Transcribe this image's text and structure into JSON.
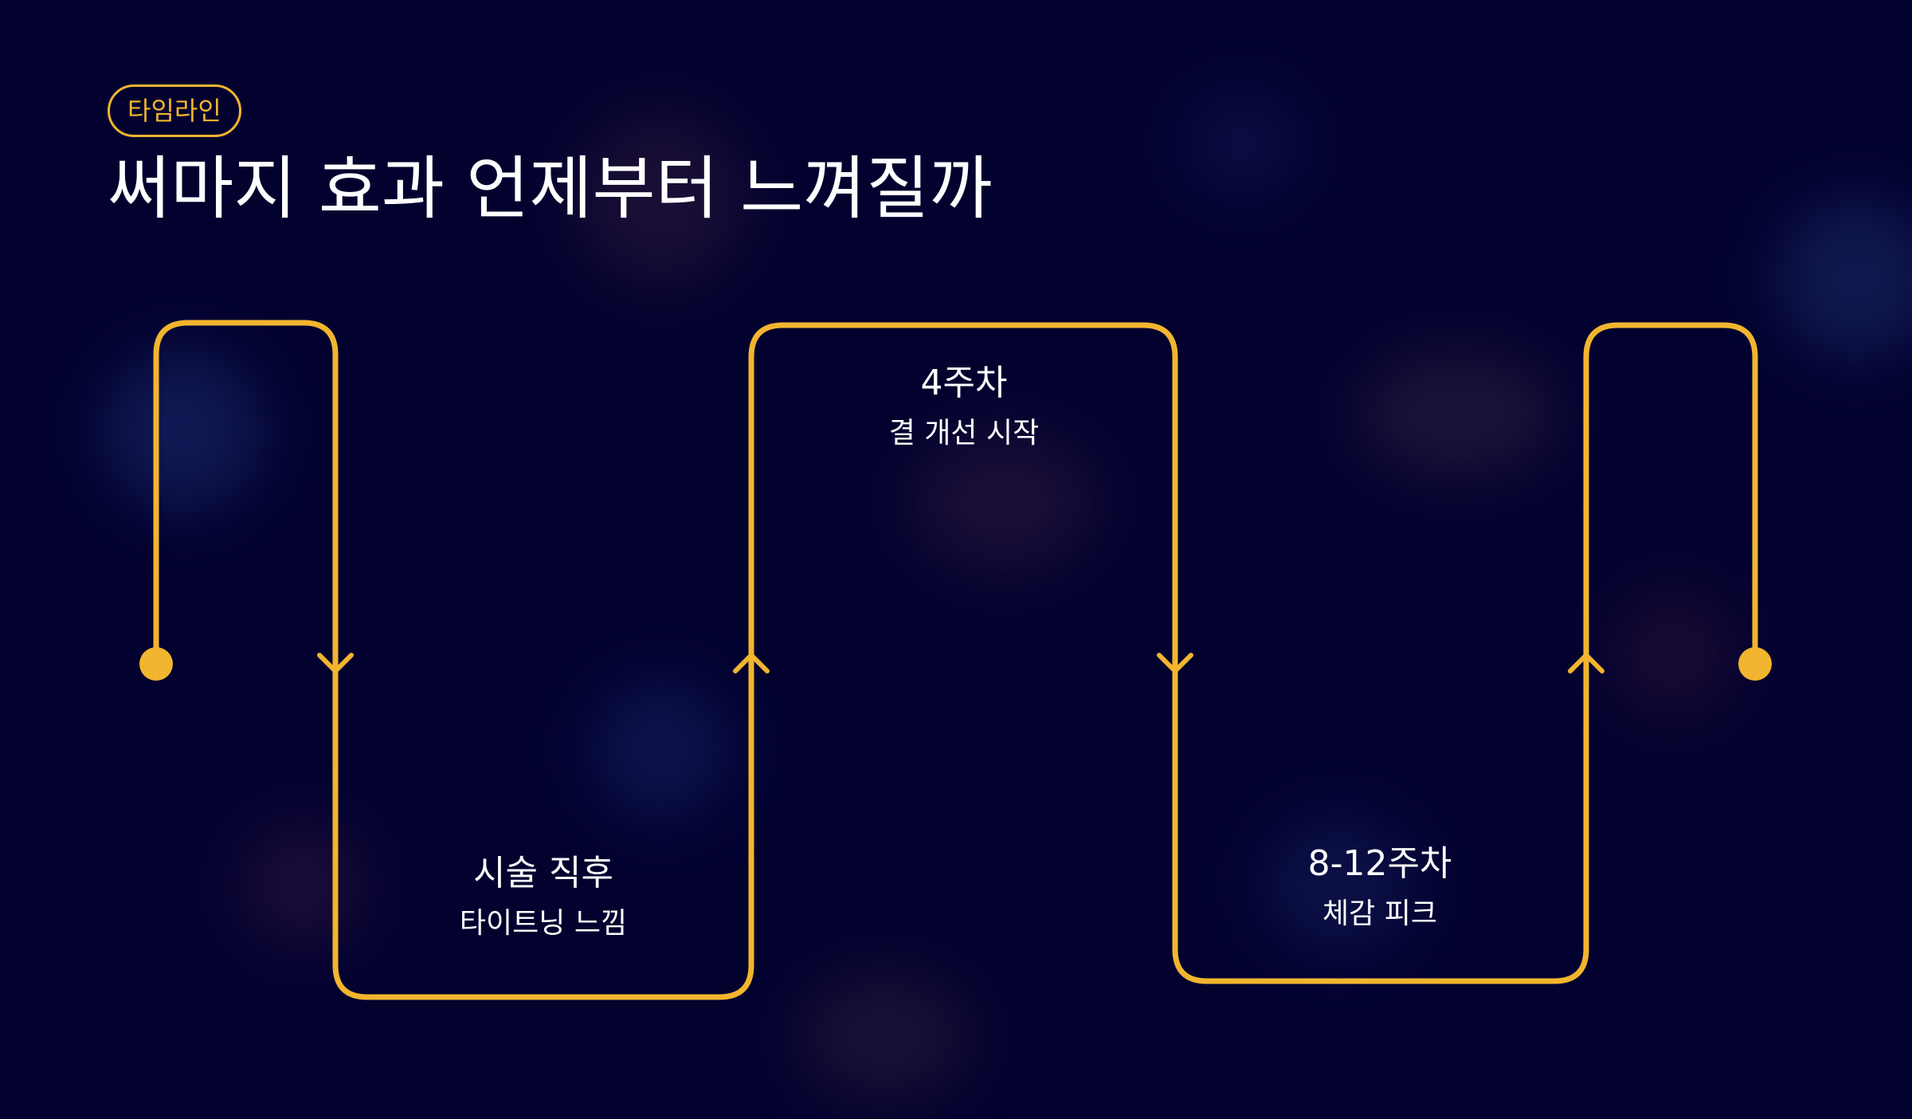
{
  "badge": "타임라인",
  "title": "써마지 효과 언제부터 느껴질까",
  "milestones": [
    {
      "heading": "시술 직후",
      "detail": "타이트닝 느낌"
    },
    {
      "heading": "4주차",
      "detail": "결 개선 시작"
    },
    {
      "heading": "8-12주차",
      "detail": "체감 피크"
    }
  ],
  "colors": {
    "background": "#03022f",
    "accent": "#f2b52f",
    "text": "#ffffff"
  }
}
